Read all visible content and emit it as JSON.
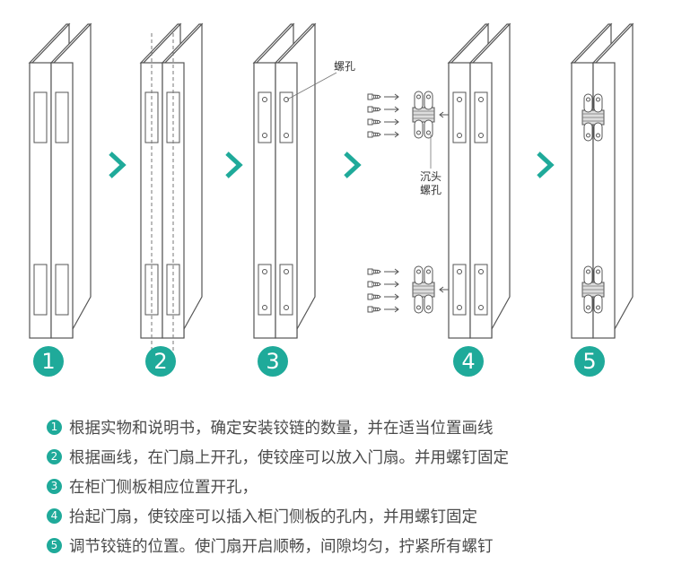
{
  "colors": {
    "accent": "#1faa9a",
    "line": "#555555",
    "text": "#4a4a4a",
    "hinge": "#c8c8c8"
  },
  "labels": {
    "screw_hole": "螺孔",
    "countersunk_line1": "沉头",
    "countersunk_line2": "螺孔"
  },
  "step_numbers": [
    "1",
    "2",
    "3",
    "4",
    "5"
  ],
  "steps": [
    {
      "num": "1",
      "text": "根据实物和说明书，确定安装铰链的数量，并在适当位置画线"
    },
    {
      "num": "2",
      "text": "根据画线，在门扇上开孔，使铰座可以放入门扇。并用螺钉固定"
    },
    {
      "num": "3",
      "text": "在柜门侧板相应位置开孔，"
    },
    {
      "num": "4",
      "text": "抬起门扇，使铰座可以插入柜门侧板的孔内，并用螺钉固定"
    },
    {
      "num": "5",
      "text": "调节铰链的位置。使门扇开启顺畅，间隙均匀，拧紧所有螺钉"
    }
  ],
  "icons": {
    "step_arrow": "chevron-right-icon",
    "screw": "screw-icon",
    "hinge": "hinge-icon"
  }
}
